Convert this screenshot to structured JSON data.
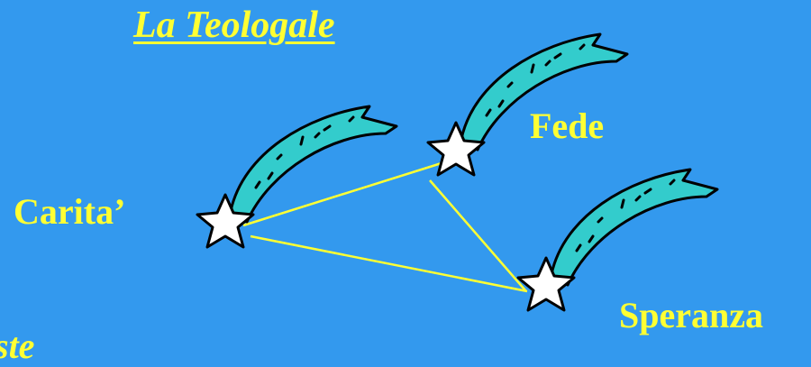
{
  "title": "La Teologale",
  "labels": {
    "fede": "Fede",
    "carita": "Carita’",
    "speranza": "Speranza"
  },
  "cut_text": "ste",
  "colors": {
    "background": "#3399ee",
    "text": "#ffff33",
    "star_fill": "#ffffff",
    "tail_fill": "#33cccc",
    "connector": "#ffff33"
  },
  "icons": [
    "shooting-star-icon",
    "shooting-star-icon",
    "shooting-star-icon"
  ]
}
